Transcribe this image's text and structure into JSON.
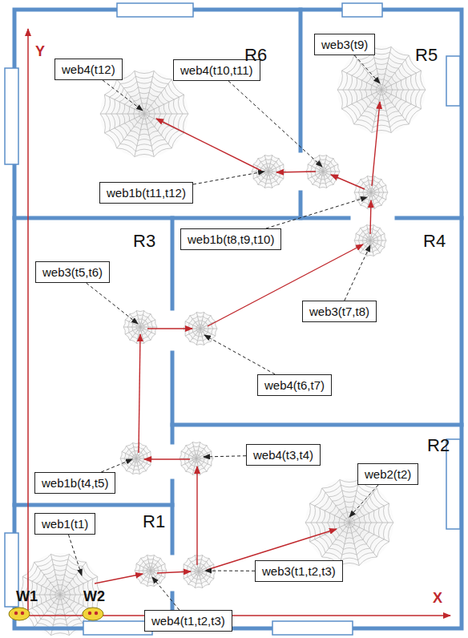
{
  "diagram": {
    "nodes": [
      {
        "text": [
          "web3(t9)"
        ]
      },
      {
        "text": [
          "web4(t12)"
        ]
      },
      {
        "text": [
          "web4(t10,t11)"
        ]
      },
      {
        "text": [
          "web1b(t11,t12)"
        ]
      },
      {
        "text": [
          "web1b(t8,t9,t10)"
        ]
      },
      {
        "text": [
          "web3(t5,t6)"
        ]
      },
      {
        "text": [
          "web3(t7,t8)"
        ]
      },
      {
        "text": [
          "web4(t6,t7)"
        ]
      },
      {
        "text": [
          "web4(t3,t4)"
        ]
      },
      {
        "text": [
          "web2(t2)"
        ]
      },
      {
        "text": [
          "web1b(t4,t5)"
        ]
      },
      {
        "text": [
          "web1(t1)"
        ]
      },
      {
        "text": [
          "web3(t1,t2,t3)"
        ]
      },
      {
        "text": [
          "web4(t1,t2,t3)"
        ]
      }
    ],
    "labels": [
      "R6",
      "R5",
      "R3",
      "R4",
      "R2",
      "R1",
      "Y",
      "X",
      "W1",
      "W2"
    ]
  }
}
